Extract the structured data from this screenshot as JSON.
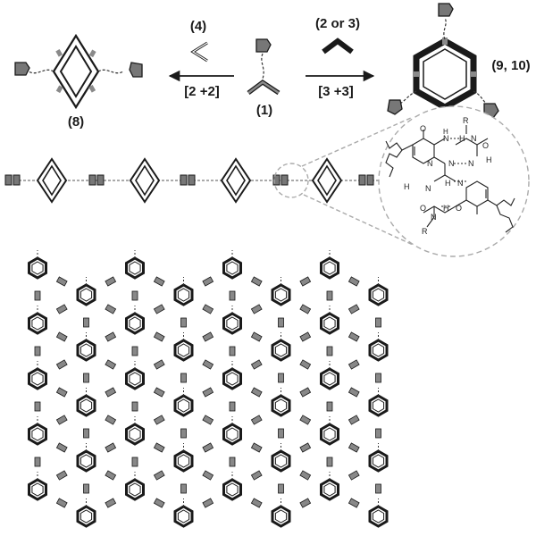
{
  "labels": {
    "reagent_left": "(4)",
    "condition_left": "[2 +2]",
    "reagent_right": "(2 or 3)",
    "condition_right": "[3 +3]",
    "center_compound": "(1)",
    "left_product": "(8)",
    "right_product": "(9, 10)"
  },
  "chem": {
    "O": "O",
    "H": "H",
    "N": "N",
    "R": "R"
  },
  "colors": {
    "ink": "#1a1a1a",
    "fill_gray": "#8a8a8a",
    "dashed": "#bbbbbb"
  }
}
